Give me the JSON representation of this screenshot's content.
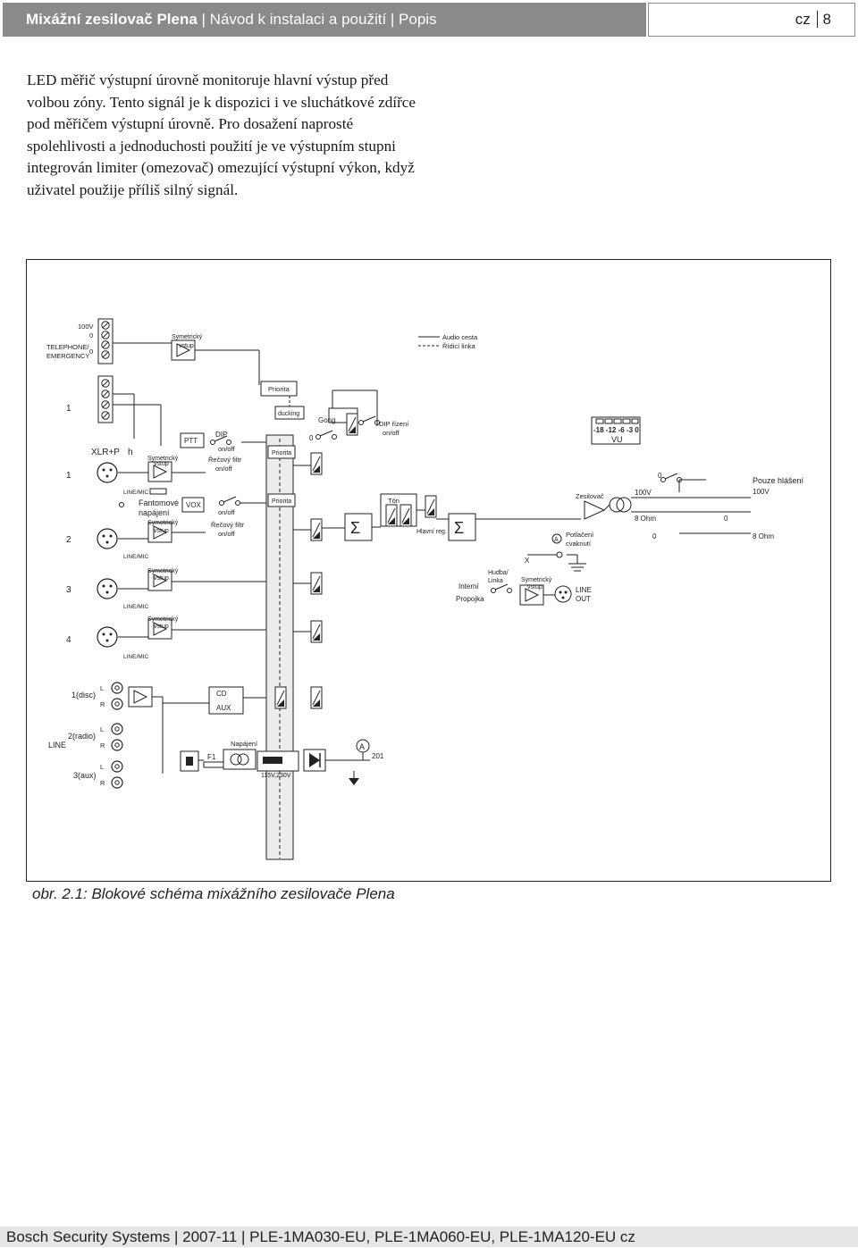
{
  "header": {
    "title_bold": "Mixážní zesilovač Plena",
    "title_rest": " | Návod k instalaci a použití | Popis",
    "lang": "cz",
    "page_number": "8"
  },
  "body": {
    "paragraph": "LED měřič výstupní úrovně monitoruje hlavní výstup před volbou zóny. Tento signál je k dispozici i ve sluchátkové zdířce pod měřičem výstupní úrovně. Pro dosažení naprosté spolehlivosti a jednoduchosti použití je ve výstupním stupni integrován limiter (omezovač) omezující výstupní výkon, když uživatel použije příliš silný signál."
  },
  "diagram": {
    "tel_100v": "100V",
    "tel_0a": "0",
    "tel_0b": "0",
    "tel_label1": "TELEPHONE/",
    "tel_label2": "EMERGENCY",
    "sym1": "Symetrický",
    "sym2": "vstup",
    "legend_audio": "Audio cesta",
    "legend_ctrl": "Řídicí linka",
    "priorita": "Priorita",
    "ducking": "ducking",
    "gong": "Gong",
    "dip_rizeni": "DIP řízení",
    "on_off": "on/off",
    "xlr": "XLR+P",
    "h": "h",
    "ptt": "PTT",
    "dip": "DIP",
    "recovy_filtr": "Řečový filtr",
    "vu_scale": "-18 -12 -6 -3 0",
    "vu": "VU",
    "zero": "0",
    "pouze_hlaseni": "Pouze hlášení",
    "v100": "100V",
    "line_mic": "LINE/MIC",
    "fantomove": "Fantomové",
    "napajeni": "napájení",
    "vox": "VOX",
    "ton": "Tón",
    "hlavni_reg": "Hlavní reg.",
    "sigma": "Σ",
    "zesilovac": "Zesilovač",
    "ohm8": "8 Ohm",
    "potlaceni1": "Potlačení",
    "potlaceni2": "cvaknutí",
    "a": "A",
    "x": "X",
    "hudba1": "Hudba/",
    "hudba2": "Linka",
    "interni": "Interní",
    "propojka": "Propojka",
    "line_out1": "LINE",
    "line_out2": "OUT",
    "inputs": [
      "1",
      "2",
      "3",
      "4"
    ],
    "line": "LINE",
    "disc": "1(disc)",
    "radio": "2(radio)",
    "aux": "3(aux)",
    "l": "L",
    "r": "R",
    "cd": "CD",
    "aux_sel": "AUX",
    "f1": "F1",
    "napajeni_psu": "Napájení",
    "v115_230": "115V,230V",
    "v201": "201"
  },
  "caption": "obr. 2.1: Blokové schéma mixážního zesilovače Plena",
  "footer": "Bosch Security Systems | 2007-11 | PLE-1MA030-EU, PLE-1MA060-EU, PLE-1MA120-EU cz"
}
